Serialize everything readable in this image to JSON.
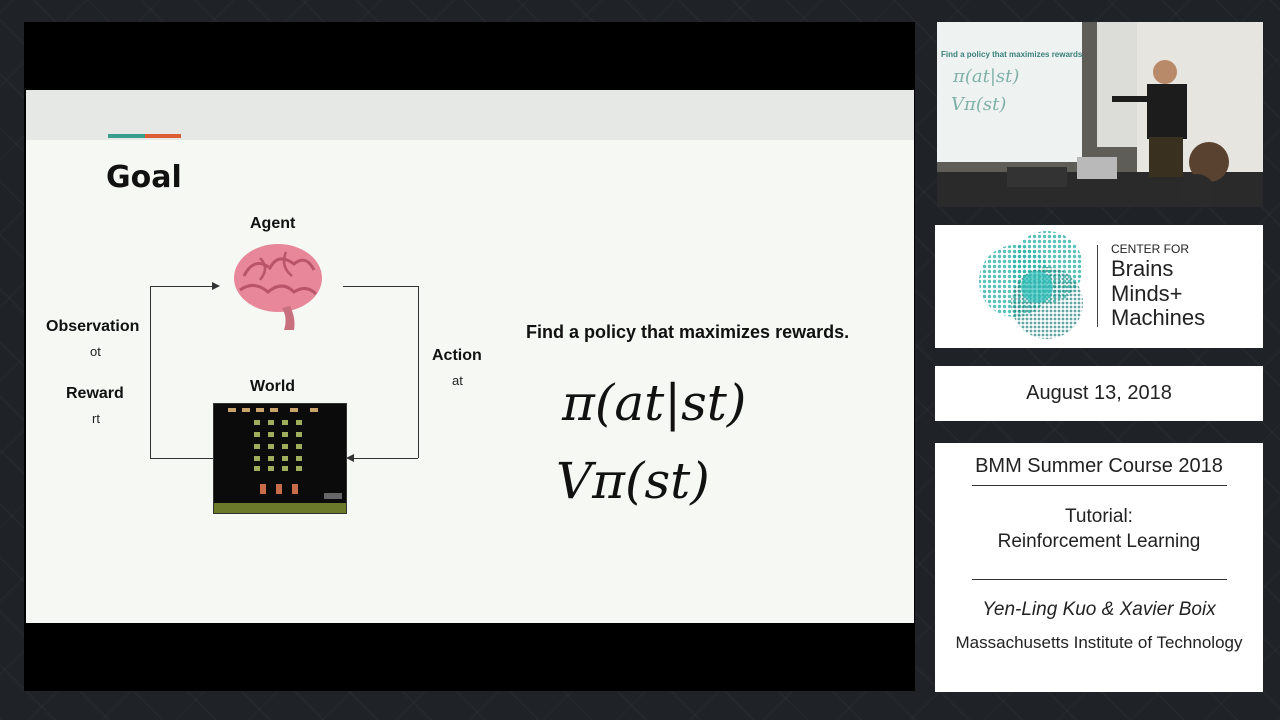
{
  "slide": {
    "title": "Goal",
    "agent_label": "Agent",
    "world_label": "World",
    "observation_label": "Observation",
    "observation_symbol": "ot",
    "reward_label": "Reward",
    "reward_symbol": "rt",
    "action_label": "Action",
    "action_symbol": "at",
    "tagline": "Find a policy that maximizes rewards.",
    "eq_policy": "π(at|st)",
    "eq_value": "Vπ(st)"
  },
  "camera": {
    "screen_text": "Find a policy that maximizes rewards."
  },
  "logo": {
    "line1": "CENTER FOR",
    "line2": "Brains",
    "line3": "Minds+",
    "line4": "Machines"
  },
  "date": "August 13, 2018",
  "info": {
    "course": "BMM Summer Course 2018",
    "tutorial_line1": "Tutorial:",
    "tutorial_line2": "Reinforcement Learning",
    "authors": "Yen-Ling Kuo & Xavier Boix",
    "institution": "Massachusetts Institute of Technology"
  },
  "colors": {
    "teal": "#3a9e8c",
    "orange": "#dd5b32",
    "brain": "#e8879a"
  }
}
